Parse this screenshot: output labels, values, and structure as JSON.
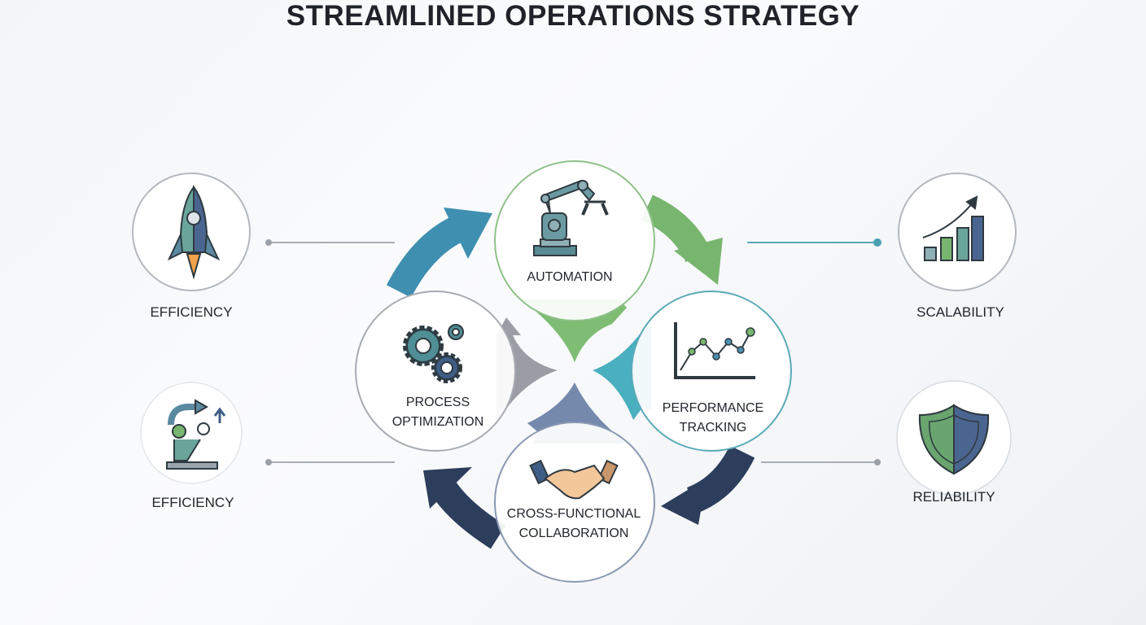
{
  "title": "STREAMLINED OPERATIONS STRATEGY",
  "cycle": [
    {
      "label": "AUTOMATION",
      "icon": "robot-arm-icon"
    },
    {
      "label_line1": "PERFORMANCE",
      "label_line2": "TRACKING",
      "icon": "line-chart-icon"
    },
    {
      "label_line1": "CROSS-FUNCTIONAL",
      "label_line2": "COLLABORATION",
      "icon": "handshake-icon"
    },
    {
      "label_line1": "PROCESS",
      "label_line2": "OPTIMIZATION",
      "icon": "gears-icon"
    }
  ],
  "side": [
    {
      "label": "EFFICIENCY",
      "icon": "rocket-icon"
    },
    {
      "label": "EFFICIENCY",
      "icon": "robot-workflow-icon"
    },
    {
      "label": "SCALABILITY",
      "icon": "growth-bar-chart-icon"
    },
    {
      "label": "RELIABILITY",
      "icon": "shield-icon"
    }
  ],
  "colors": {
    "blue": "#3f8fb0",
    "green": "#78b56e",
    "navy": "#2c3e5c",
    "teal": "#4aafbf",
    "gray": "#9a9ea4",
    "slate": "#7589ad"
  }
}
